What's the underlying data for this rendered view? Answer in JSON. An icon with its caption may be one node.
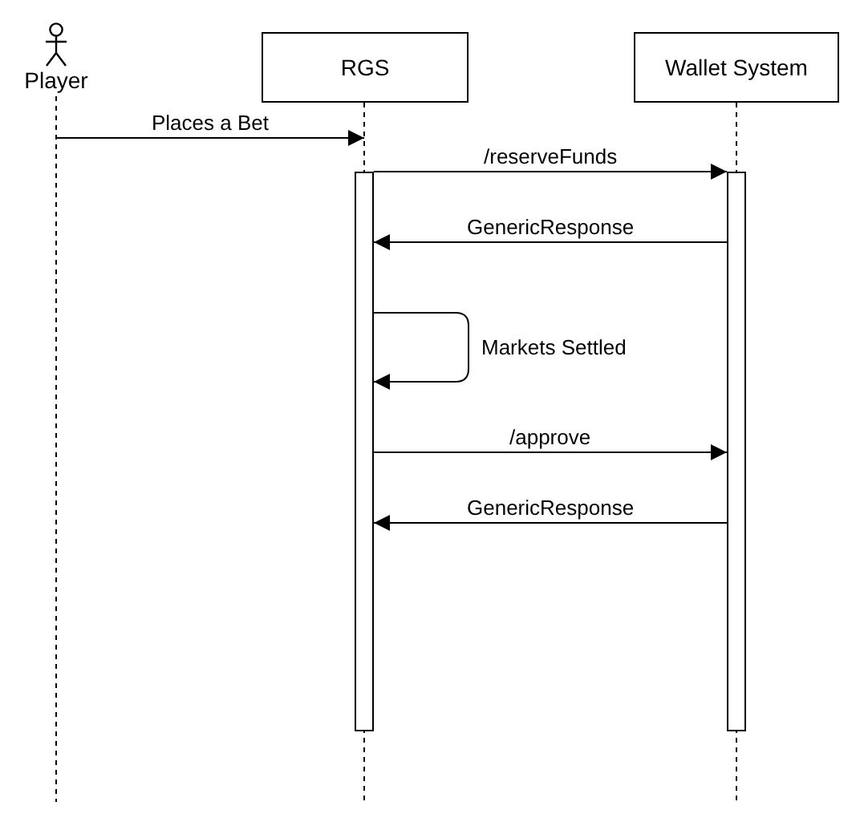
{
  "diagram": {
    "nodes": [
      {
        "text": [
          "Player"
        ]
      },
      {
        "text": [
          "RGS"
        ]
      },
      {
        "text": [
          "Wallet System"
        ]
      },
      {
        "text": [],
        "shape": "bar"
      },
      {
        "text": [],
        "shape": "bar"
      }
    ],
    "edges": [
      {
        "from": 0,
        "to": 1,
        "arrow": "to",
        "label": "Places a Bet"
      },
      {
        "from": 3,
        "to": 4,
        "arrow": "to",
        "label": "/reserveFunds"
      },
      {
        "from": 4,
        "to": 3,
        "arrow": "to",
        "label": "GenericResponse"
      },
      {
        "from": 3,
        "to": 3,
        "arrow": "to",
        "label": "Markets Settled"
      },
      {
        "from": 3,
        "to": 4,
        "arrow": "to",
        "label": "/approve"
      },
      {
        "from": 4,
        "to": 3,
        "arrow": "to",
        "label": "GenericResponse"
      }
    ]
  }
}
